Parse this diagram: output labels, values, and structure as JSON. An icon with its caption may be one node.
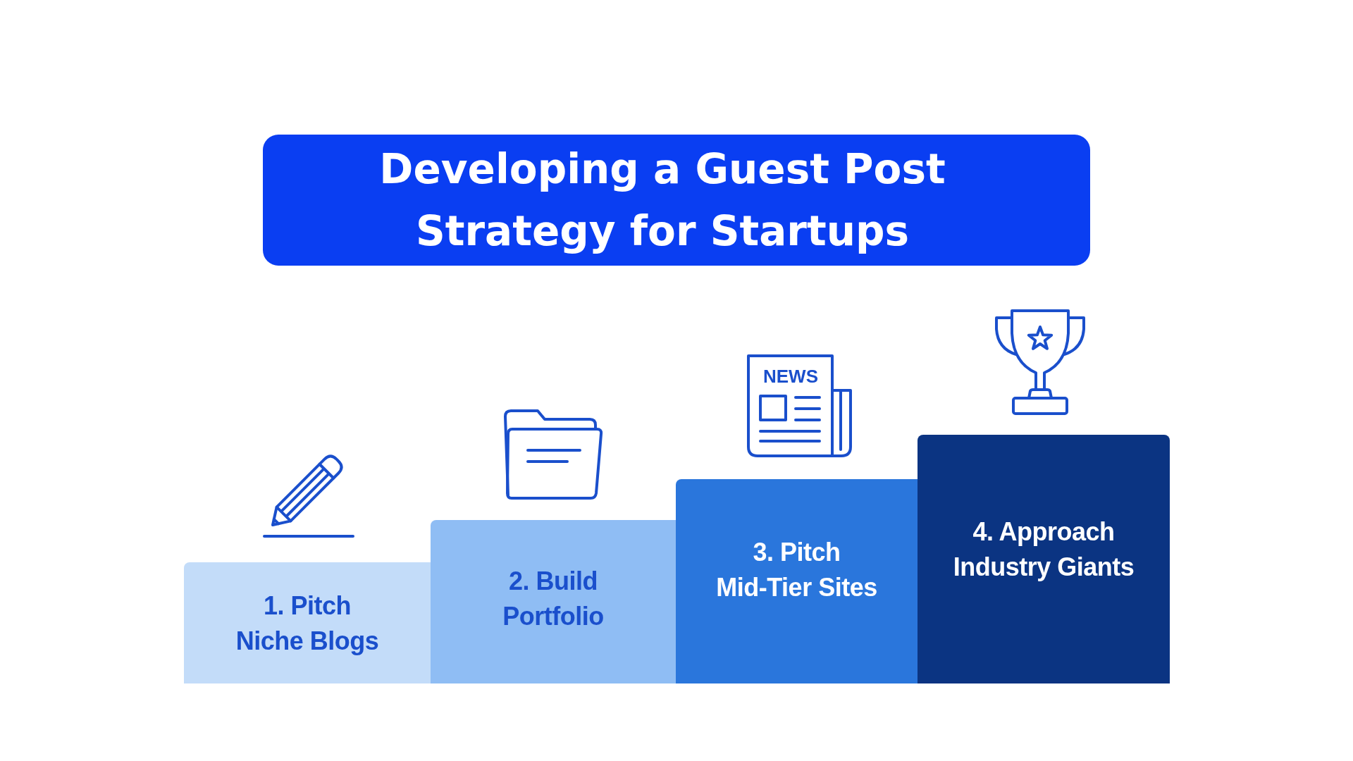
{
  "diagram": {
    "title": "Developing a Guest Post Strategy for Startups",
    "nodes": [
      {
        "text": [
          "1. Pitch Niche Blogs"
        ]
      },
      {
        "text": [
          "2. Build Portfolio"
        ]
      },
      {
        "text": [
          "3. Pitch Mid-Tier Sites"
        ]
      },
      {
        "text": [
          "4. Approach Industry Giants"
        ]
      }
    ],
    "labels": [
      "NEWS"
    ]
  }
}
